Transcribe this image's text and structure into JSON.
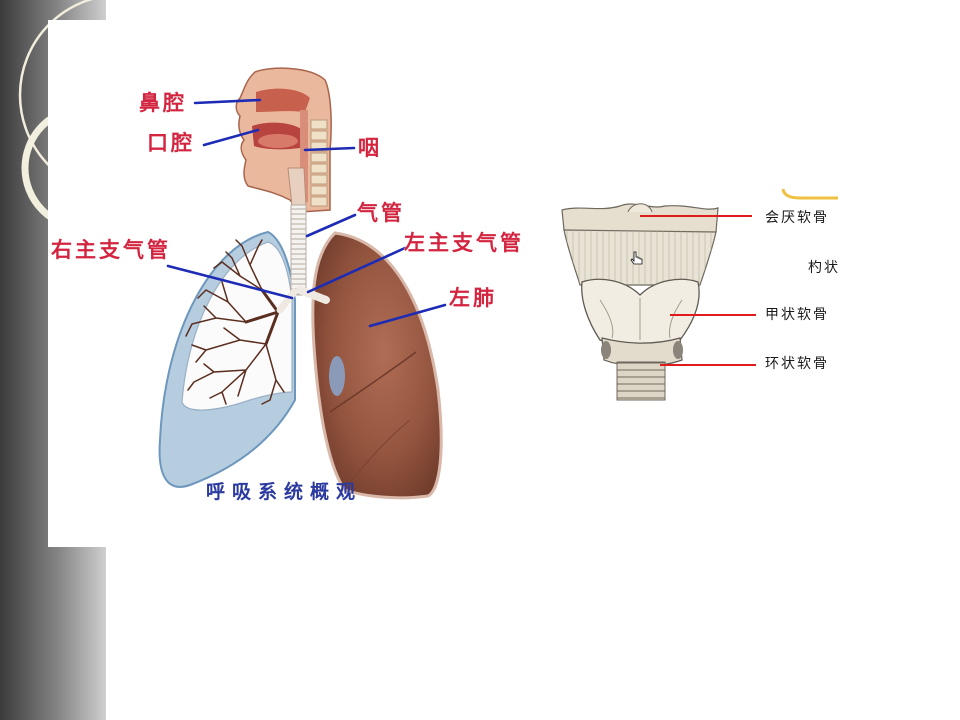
{
  "slide": {
    "respiratory_diagram": {
      "labels": {
        "nasal_cavity": "鼻腔",
        "oral_cavity": "口腔",
        "pharynx": "咽",
        "trachea": "气管",
        "left_main_bronchus": "左主支气管",
        "right_main_bronchus": "右主支气管",
        "left_lung": "左肺"
      },
      "caption": "呼吸系统概观"
    },
    "larynx_diagram": {
      "labels": {
        "epiglottic_cartilage": "会厌软骨",
        "arytenoid_cartilage": "杓状",
        "thyroid_cartilage": "甲状软骨",
        "cricoid_cartilage": "环状软骨"
      }
    }
  },
  "theme": {
    "sidebar_dark": "#3b3b3b",
    "sidebar_light": "#cfcfcf",
    "label_red": "#d3253f",
    "leader_blue": "#1d2bb5",
    "caption_blue": "#2b3aa0",
    "leader_red": "#e01b1b",
    "lung_brown": "#9a5b45"
  },
  "icons": {
    "cursor": "hand-cursor-icon"
  }
}
